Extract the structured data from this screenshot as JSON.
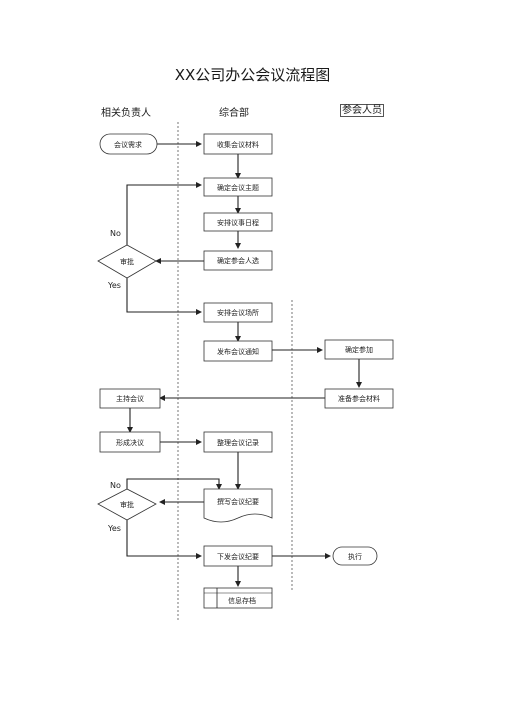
{
  "title": "XX公司办公会议流程图",
  "lanes": {
    "left": "相关负责人",
    "middle": "综合部",
    "right": "参会人员"
  },
  "nodes": {
    "meeting_request": "会议需求",
    "collect_materials": "收集会议材料",
    "confirm_topic": "确定会议主题",
    "arrange_agenda": "安排议事日程",
    "confirm_attendees": "确定参会人选",
    "review1": "审批",
    "arrange_venue": "安排会议场所",
    "send_notice": "发布会议通知",
    "confirm_attend": "确定参加",
    "prepare_materials": "准备参会材料",
    "host_meeting": "主持会议",
    "form_resolution": "形成决议",
    "organize_minutes": "整理会议记录",
    "write_summary": "撰写会议纪要",
    "review2": "审批",
    "distribute_summary": "下发会议纪要",
    "execute": "执行",
    "archive": "信息存档"
  },
  "edge_labels": {
    "no1": "No",
    "yes1": "Yes",
    "no2": "No",
    "yes2": "Yes"
  }
}
